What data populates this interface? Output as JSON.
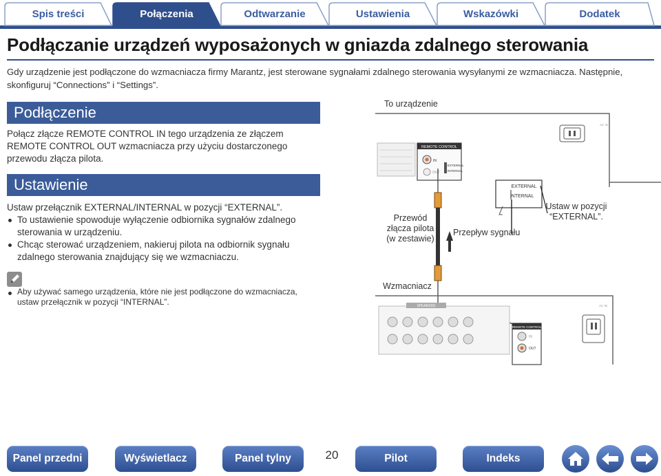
{
  "tabs": [
    {
      "label": "Spis treści",
      "active": false
    },
    {
      "label": "Połączenia",
      "active": true
    },
    {
      "label": "Odtwarzanie",
      "active": false
    },
    {
      "label": "Ustawienia",
      "active": false
    },
    {
      "label": "Wskazówki",
      "active": false
    },
    {
      "label": "Dodatek",
      "active": false
    }
  ],
  "page": {
    "title": "Podłączanie urządzeń wyposażonych w gniazda zdalnego sterowania",
    "intro": "Gdy urządzenie jest podłączone do wzmacniacza firmy Marantz, jest sterowane sygnałami zdalnego sterowania wysyłanymi ze wzmacniacza. Następnie, skonfiguruj “Connections” i “Settings”."
  },
  "connection": {
    "heading": "Podłączenie",
    "text": "Połącz złącze REMOTE CONTROL IN tego urządzenia ze złączem REMOTE CONTROL OUT wzmacniacza przy użyciu dostarczonego przewodu złącza pilota."
  },
  "setting": {
    "heading": "Ustawienie",
    "text": "Ustaw przełącznik EXTERNAL/INTERNAL w pozycji “EXTERNAL”.",
    "bullets": [
      "To ustawienie spowoduje wyłączenie odbiornika sygnałów zdalnego sterowania w urządzeniu.",
      "Chcąc sterować urządzeniem, nakieruj pilota na odbiornik sygnału zdalnego sterowania znajdujący się we wzmacniaczu."
    ]
  },
  "note": {
    "icon": "pencil-icon",
    "bullets": [
      "Aby używać samego urządzenia, które nie jest podłączone do wzmacniacza, ustaw przełącznik w pozycji “INTERNAL”."
    ]
  },
  "diagram": {
    "device_label": "To urządzenie",
    "cable_label": "Przewód złącza pilota (w zestawie)",
    "signal_label": "Przepływ sygnału",
    "switch_label": "Ustaw w pozycji “EXTERNAL”.",
    "amp_label": "Wzmacniacz",
    "remote_control": "REMOTE CONTROL",
    "in": "IN",
    "out": "OUT",
    "external": "EXTERNAL",
    "internal": "INTERNAL",
    "speakers": "SPEAKERS",
    "ac_in": "AC IN"
  },
  "nav": {
    "front_panel": "Panel przedni",
    "display": "Wyświetlacz",
    "rear_panel": "Panel tylny",
    "page_number": "20",
    "remote": "Pilot",
    "index": "Indeks",
    "home_icon": "home-icon",
    "back_icon": "arrow-left-icon",
    "forward_icon": "arrow-right-icon"
  },
  "colors": {
    "accent": "#3b5c99",
    "tab_active": "#2f4f8c",
    "tab_text": "#3a5da0",
    "cable_orange": "#e39a3a"
  }
}
